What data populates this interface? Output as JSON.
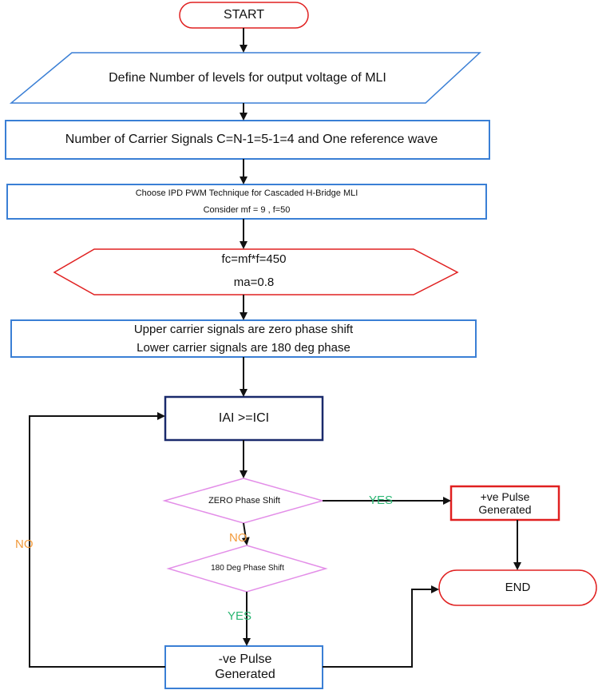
{
  "colors": {
    "red": "#e02020",
    "blue": "#3a7fd5",
    "navy": "#1a2a6c",
    "pink": "#e38ee8",
    "green": "#2bb673",
    "orange": "#f29a3b",
    "line": "#111111"
  },
  "nodes": {
    "start": "START",
    "define_levels": "Define Number of levels  for  output voltage  of  MLI",
    "carriers": "Number of Carrier Signals  C=N-1=5-1=4  and One reference wave",
    "technique_line1": "Choose IPD PWM  Technique for Cascaded H-Bridge MLI",
    "technique_line2": "Consider  mf = 9 , f=50",
    "fc_line1": "fc=mf*f=450",
    "fc_line2": "ma=0.8",
    "phase_line1": "Upper carrier signals are zero phase shift",
    "phase_line2": "Lower carrier signals are 180 deg phase",
    "compare": "IAI >=ICI",
    "zero_phase": "ZERO Phase Shift",
    "deg180": "180 Deg Phase Shift",
    "pos_pulse": "+ve  Pulse Generated",
    "neg_pulse": "-ve Pulse Generated",
    "end": "END"
  },
  "edges": {
    "yes1": "YES",
    "no1": "NO",
    "yes2": "YES",
    "no2": "NO"
  }
}
